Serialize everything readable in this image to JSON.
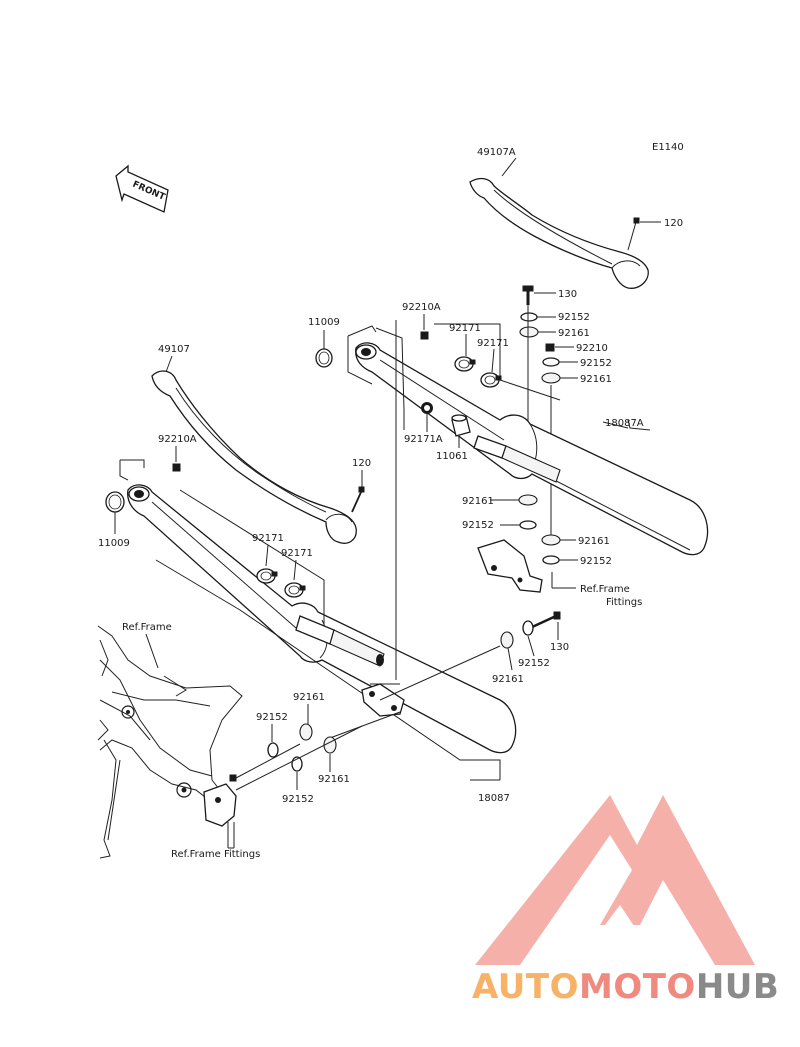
{
  "diagram_code": "E1140",
  "front_label": "FRONT",
  "labels": {
    "p49107A": "49107A",
    "p120_top": "120",
    "p130_top": "130",
    "p92210A_top": "92210A",
    "p92152_a": "92152",
    "p11009_top": "11009",
    "p92161_a": "92161",
    "p92171_a": "92171",
    "p92210": "92210",
    "p92171_b": "92171",
    "p92152_b": "92152",
    "p92161_b": "92161",
    "p49107": "49107",
    "p18087A": "18087A",
    "p92171A": "92171A",
    "p11061": "11061",
    "p92210A_mid": "92210A",
    "p120_mid": "120",
    "p92161_c": "92161",
    "p92152_c": "92152",
    "p11009_mid": "11009",
    "p92161_d": "92161",
    "p92171_c": "92171",
    "p92171_d": "92171",
    "p92152_d": "92152",
    "ref_frame_fittings_r1": "Ref.Frame",
    "ref_frame_fittings_r2": "Fittings",
    "p130_mid": "130",
    "ref_frame": "Ref.Frame",
    "p92152_e": "92152",
    "p92161_e": "92161",
    "p92161_f": "92161",
    "p92152_f": "92152",
    "p92161_g": "92161",
    "p92152_g": "92152",
    "p18087": "18087",
    "ref_frame_fittings_bottom": "Ref.Frame Fittings"
  },
  "watermark": {
    "part1": "AUTO",
    "part2": "MOTO",
    "part3": "HUB",
    "color_orange": "#f7b267",
    "color_red": "#f08a7e",
    "color_gray": "#8a8a8a"
  }
}
